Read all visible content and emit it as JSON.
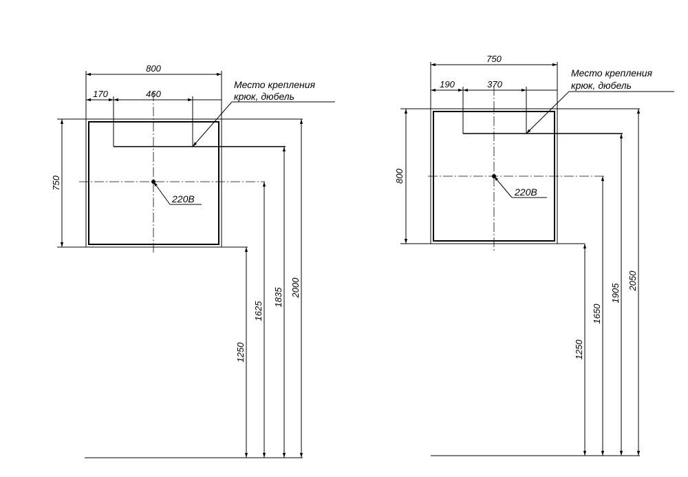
{
  "colors": {
    "line": "#000000",
    "background": "#ffffff"
  },
  "left": {
    "width": "800",
    "height": "750",
    "offset": "170",
    "spacing": "460",
    "note_line1": "Место крепления",
    "note_line2": "крюк, дюбель",
    "socket": "220В",
    "heights": [
      "1250",
      "1625",
      "1835",
      "2000"
    ]
  },
  "right": {
    "width": "750",
    "height": "800",
    "offset": "190",
    "spacing": "370",
    "note_line1": "Место крепления",
    "note_line2": "крюк, дюбель",
    "socket": "220В",
    "heights": [
      "1250",
      "1650",
      "1905",
      "2050"
    ]
  }
}
